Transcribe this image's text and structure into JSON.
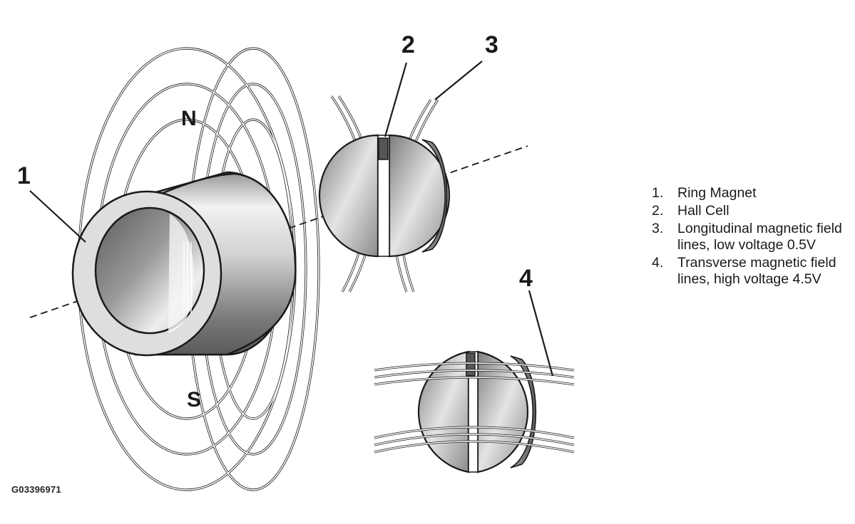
{
  "callouts": {
    "c1": "1",
    "c2": "2",
    "c3": "3",
    "c4": "4"
  },
  "poles": {
    "north": "N",
    "south": "S"
  },
  "legend": [
    {
      "num": "1.",
      "text": "Ring Magnet"
    },
    {
      "num": "2.",
      "text": "Hall Cell"
    },
    {
      "num": "3.",
      "text": "Longitudinal magnetic field lines, low voltage 0.5V"
    },
    {
      "num": "4.",
      "text": "Transverse magnetic field lines, high voltage 4.5V"
    }
  ],
  "figure_id": "G03396971",
  "colors": {
    "line": "#1a1a1a",
    "metal_light": "#e6e6e6",
    "metal_dark": "#8a8a8a",
    "hall_cell": "#555555"
  }
}
